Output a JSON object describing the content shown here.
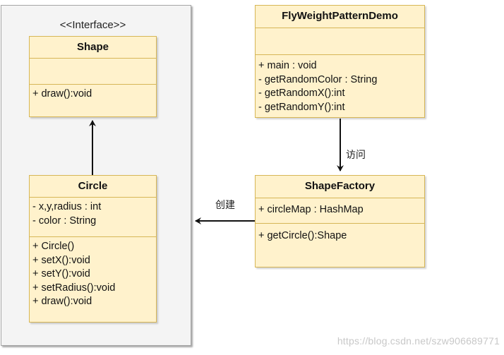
{
  "interface_panel": {
    "stereotype": "<<Interface>>"
  },
  "shape": {
    "title": "Shape",
    "attributes": [],
    "methods": [
      "+ draw():void"
    ]
  },
  "circle": {
    "title": "Circle",
    "attributes": [
      "- x,y,radius : int",
      "- color : String"
    ],
    "methods": [
      "+ Circle()",
      "+ setX():void",
      "+ setY():void",
      "+ setRadius():void",
      "+ draw():void"
    ]
  },
  "demo": {
    "title": "FlyWeightPatternDemo",
    "attributes": [],
    "methods": [
      "+ main : void",
      "- getRandomColor : String",
      "- getRandomX():int",
      "- getRandomY():int"
    ]
  },
  "factory": {
    "title": "ShapeFactory",
    "attributes": [
      "+ circleMap : HashMap"
    ],
    "methods": [
      "+ getCircle():Shape"
    ]
  },
  "edges": {
    "visit_label": "访问",
    "create_label": "创建"
  },
  "colors": {
    "class_fill": "#fff2cc",
    "class_border": "#d6b656",
    "panel_fill": "#f4f4f4",
    "arrow": "#111111"
  },
  "watermark": "https://blog.csdn.net/szw906689771"
}
